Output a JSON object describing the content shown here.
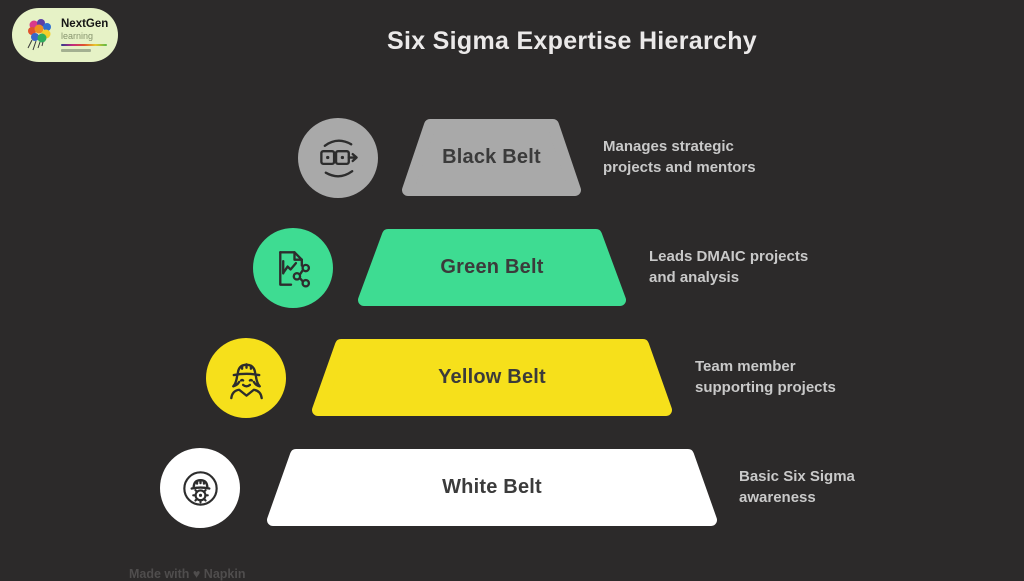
{
  "title": "Six Sigma Expertise Hierarchy",
  "logo": {
    "brand": "NextGen",
    "sub": "learning"
  },
  "watermark": "Made with ♥ Napkin",
  "theme": {
    "background": "#2c2a2a",
    "title_color": "#ebe9e9",
    "description_color": "#c9c9c9",
    "belt_label_color": "#3b3b3b"
  },
  "levels": [
    {
      "label": "Black Belt",
      "desc_line1": "Manages strategic",
      "desc_line2": "projects and mentors",
      "color": "#a9a9a9",
      "icon": "process-cycle-icon"
    },
    {
      "label": "Green Belt",
      "desc_line1": "Leads DMAIC projects",
      "desc_line2": "and analysis",
      "color": "#3edc92",
      "icon": "report-share-icon"
    },
    {
      "label": "Yellow Belt",
      "desc_line1": "Team member",
      "desc_line2": "supporting projects",
      "color": "#f6e01b",
      "icon": "worker-hardhat-icon"
    },
    {
      "label": "White Belt",
      "desc_line1": "Basic Six Sigma",
      "desc_line2": "awareness",
      "color": "#ffffff",
      "icon": "engineer-gear-icon"
    }
  ]
}
